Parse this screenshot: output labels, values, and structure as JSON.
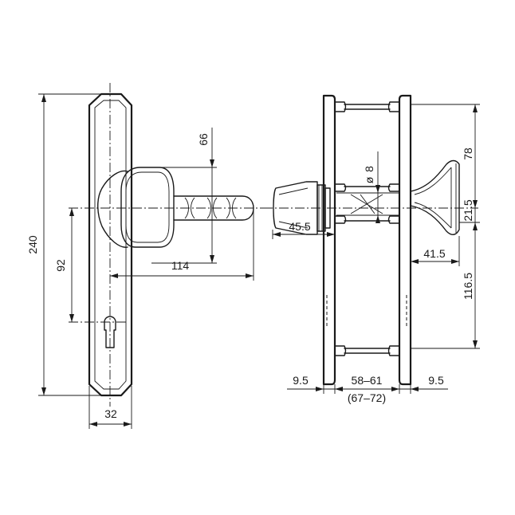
{
  "dimensions": {
    "height_total": "240",
    "keyhole_distance": "92",
    "plate_width": "32",
    "handle_length": "114",
    "handle_height": "66",
    "spindle_square": "8",
    "spindle_diameter_symbol": "ø",
    "knob_offset": "45.5",
    "rosette_depth": "41.5",
    "rosette_height": "78",
    "rosette_offset": "21.5",
    "lower_distance": "116.5",
    "door_thickness": "58–61",
    "door_thickness_alt": "(67–72)",
    "plate_thickness_left": "9.5",
    "plate_thickness_right": "9.5"
  }
}
